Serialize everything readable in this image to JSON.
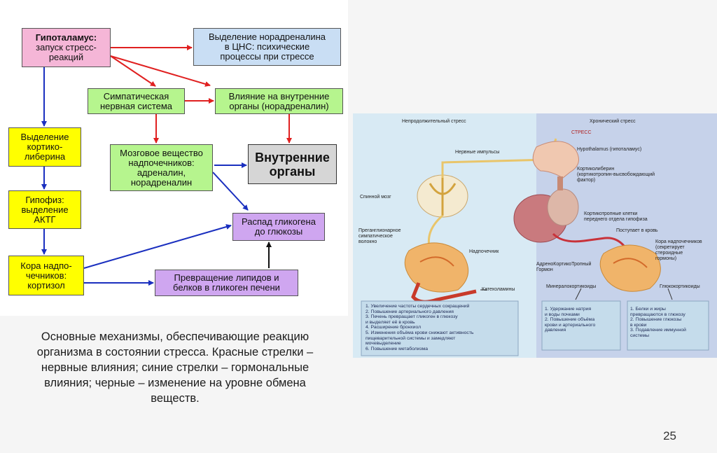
{
  "flowchart": {
    "hypothalamus_title": "Гипоталамус:",
    "hypothalamus_text": "запуск стресс-\nреакций",
    "noradrenaline_cns": "Выделение норадреналина\nв ЦНС: психические\nпроцессы при стрессе",
    "corticoliberin": "Выделение\nкортико-\nлиберина",
    "sympathetic": "Симпатическая\nнервная система",
    "internal_influence": "Влияние на внутренние\nорганы (норадреналин)",
    "adrenal_medulla": "Мозговое вещество\nнадпочечников:\nадреналин,\nнорадреналин",
    "internal_organs": "Внутренние\nорганы",
    "pituitary": "Гипофиз:\nвыделение\nАКТГ",
    "glycogen_breakdown": "Распад гликогена\nдо глюкозы",
    "adrenal_cortex": "Кора надпо-\nчечников:\nкортизол",
    "lipids": "Превращение липидов и\nбелков в гликоген печени"
  },
  "caption": "Основные механизмы, обеспечивающие реакцию организма в состоянии стресса. Красные стрелки – нервные влияния; синие стрелки – гормональные влияния; черные – изменение на уровне обмена веществ.",
  "page_number": "25",
  "illustration": {
    "header_left": "Непродолжительный стресс",
    "header_right": "Хронический стресс",
    "stress": "СТРЕСС",
    "hypothalamus": "Hypothalamus (гипоталамус)",
    "nerve_impulses": "Нервные импульсы",
    "corticoliberin": "Кортиколиберин\n(кортикотропин-высвобождающий\nфактор)",
    "spinal_cord": "Спинной мозг",
    "corticotropic_cells": "Кортикотропные клетки\nпереднего отдела гипофиза",
    "preganglionic": "Преганглионарное\nсимпатическое\nволокно",
    "into_blood": "Поступает в кровь",
    "adrenal_gland": "Надпочечник",
    "adrenal_cortex": "Кора надпочечников\n(секретирует\nстероидные\nгормоны)",
    "acth": "АдреноКортикоТропный\nГормон",
    "catecholamines": "Катехоламины",
    "mineralocorticoids": "Минералокортикоиды",
    "glucocorticoids": "Глюкокортикоиды",
    "short_effects": "1. Увеличение частоты сердечных сокращений\n2. Повышение артериального давления\n3. Печень превращает гликоген в глюкозу\n    и выделяет её в кровь\n4. Расширение бронхиол\n5. Изменения объёма крови снижают активность\n    пищеварительной системы и замедляют\n    мочевыделение\n6. Повышение метаболизма",
    "mineral_effects": "1. Удержание натрия\n    и воды почками\n2. Повышение объёма\n    крови и артериального\n    давления",
    "gluco_effects": "1. Белки и жиры\n    превращаются в глюкозу\n2. Повышение глюкозы\n    в крови\n3. Подавление иммунной\n    системы"
  },
  "colors": {
    "nervous_arrow": "#e02020",
    "hormonal_arrow": "#1a2fbf",
    "metabolic_arrow": "#111111"
  }
}
